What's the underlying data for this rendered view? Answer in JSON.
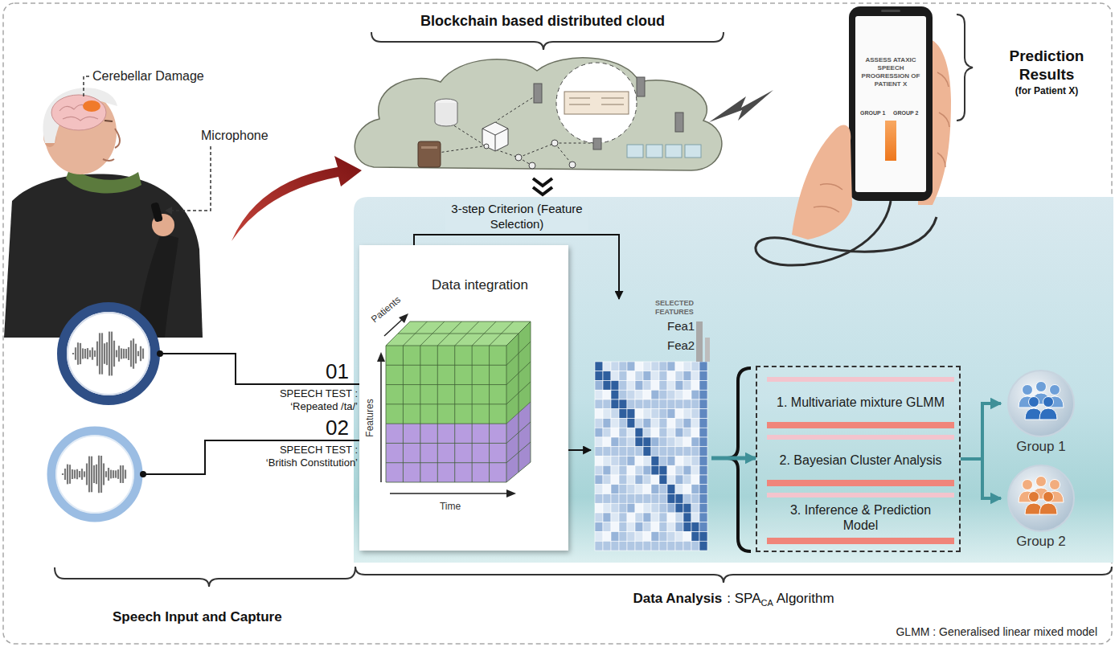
{
  "diagram": {
    "nodes": [
      {
        "text": [
          "Blockchain based distributed cloud"
        ]
      },
      {
        "text": [
          "ASSESS ATAXIC SPEECH PROGRESSION OF PATIENT X",
          "GROUP 1",
          "GROUP 2"
        ]
      },
      {
        "text": [
          "Data Analysis",
          ": SPA",
          "CA",
          "Algorithm"
        ]
      },
      {
        "text": [
          "Data integration",
          "Patients",
          "Features",
          "Time"
        ],
        "in": 2
      },
      {
        "text": [
          "SELECTED FEATURES",
          "Fea1",
          "Fea2"
        ],
        "in": 2
      },
      {
        "text": [],
        "in": 2
      },
      {
        "text": [
          "1. Multivariate mixture GLMM"
        ],
        "in": 5
      },
      {
        "text": [
          "2. Bayesian Cluster Analysis"
        ],
        "in": 5
      },
      {
        "text": [
          "3. Inference & Prediction Model"
        ],
        "in": 5
      },
      {
        "text": [
          "Group 1"
        ],
        "in": 2
      },
      {
        "text": [
          "Group 2"
        ],
        "in": 2
      }
    ],
    "edges": [
      {
        "from": 0,
        "to": 2,
        "arrow": "to"
      },
      {
        "from": 3,
        "to": 4,
        "arrow": "to"
      },
      {
        "from": 3,
        "to": 4,
        "label": "3-step Criterion (Feature Selection)",
        "arrow": "to"
      },
      {
        "from": 4,
        "to": 5,
        "arrow": "to"
      },
      {
        "from": 5,
        "to": 9,
        "arrow": "to"
      },
      {
        "from": 5,
        "to": 10,
        "arrow": "to"
      }
    ],
    "labels": [
      "Cerebellar Damage",
      "Microphone",
      "Prediction Results",
      "(for Patient X)",
      "01",
      "SPEECH TEST :",
      "‘Repeated /ta/’",
      "02",
      "SPEECH TEST :",
      "‘British Constitution’",
      "Speech Input and Capture",
      "GLMM : Generalised linear mixed model"
    ]
  }
}
